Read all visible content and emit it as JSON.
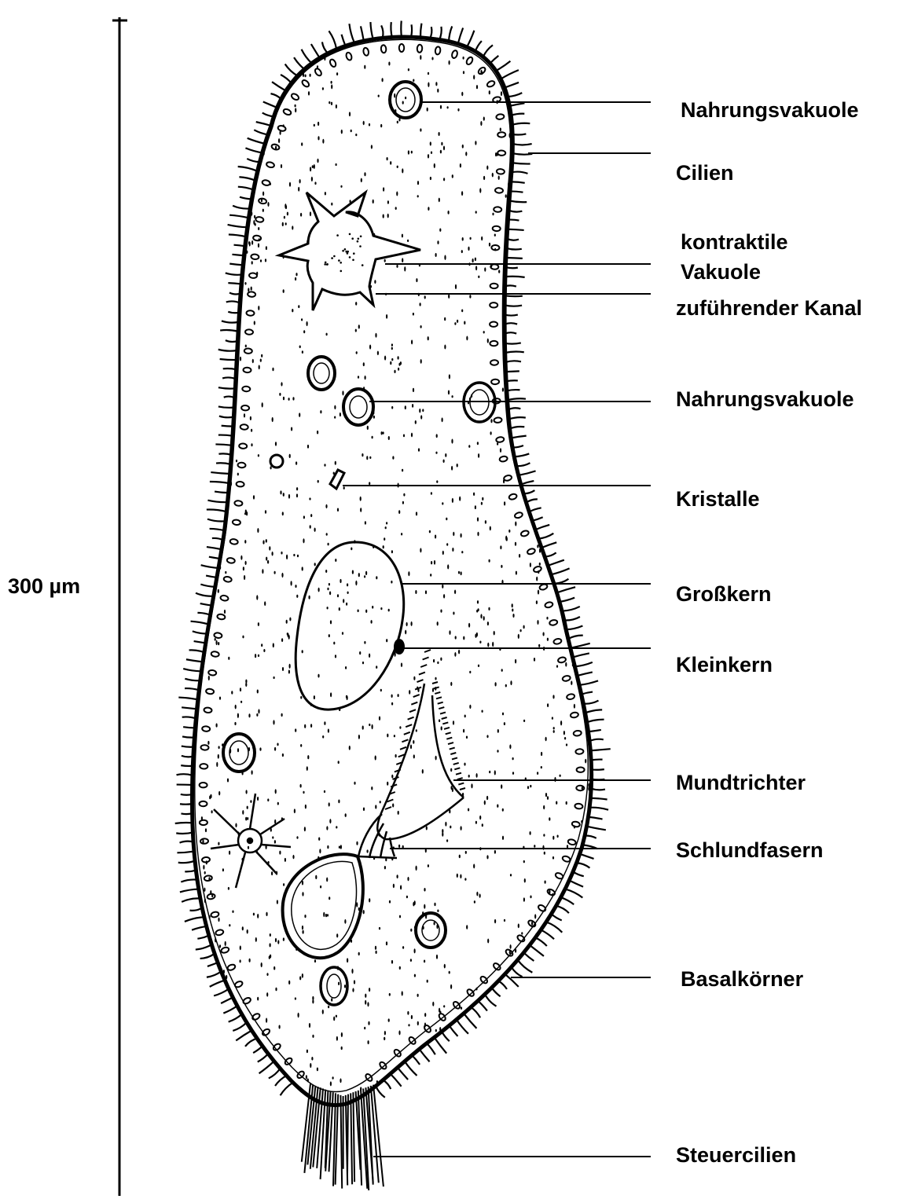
{
  "scale": {
    "label": "300 µm"
  },
  "labels": {
    "nahrungsvakuole_top": "Nahrungsvakuole",
    "cilien": "Cilien",
    "kontraktile_line1": "kontraktile",
    "kontraktile_line2": "Vakuole",
    "zufuehrender_kanal": "zuführender Kanal",
    "nahrungsvakuole_mid": "Nahrungsvakuole",
    "kristalle": "Kristalle",
    "grosskern": "Großkern",
    "kleinkern": "Kleinkern",
    "mundtrichter": "Mundtrichter",
    "schlundfasern": "Schlundfasern",
    "basalkoerner": "Basalkörner",
    "steuercilien": "Steuercilien"
  },
  "colors": {
    "ink": "#000000",
    "background": "#ffffff"
  }
}
